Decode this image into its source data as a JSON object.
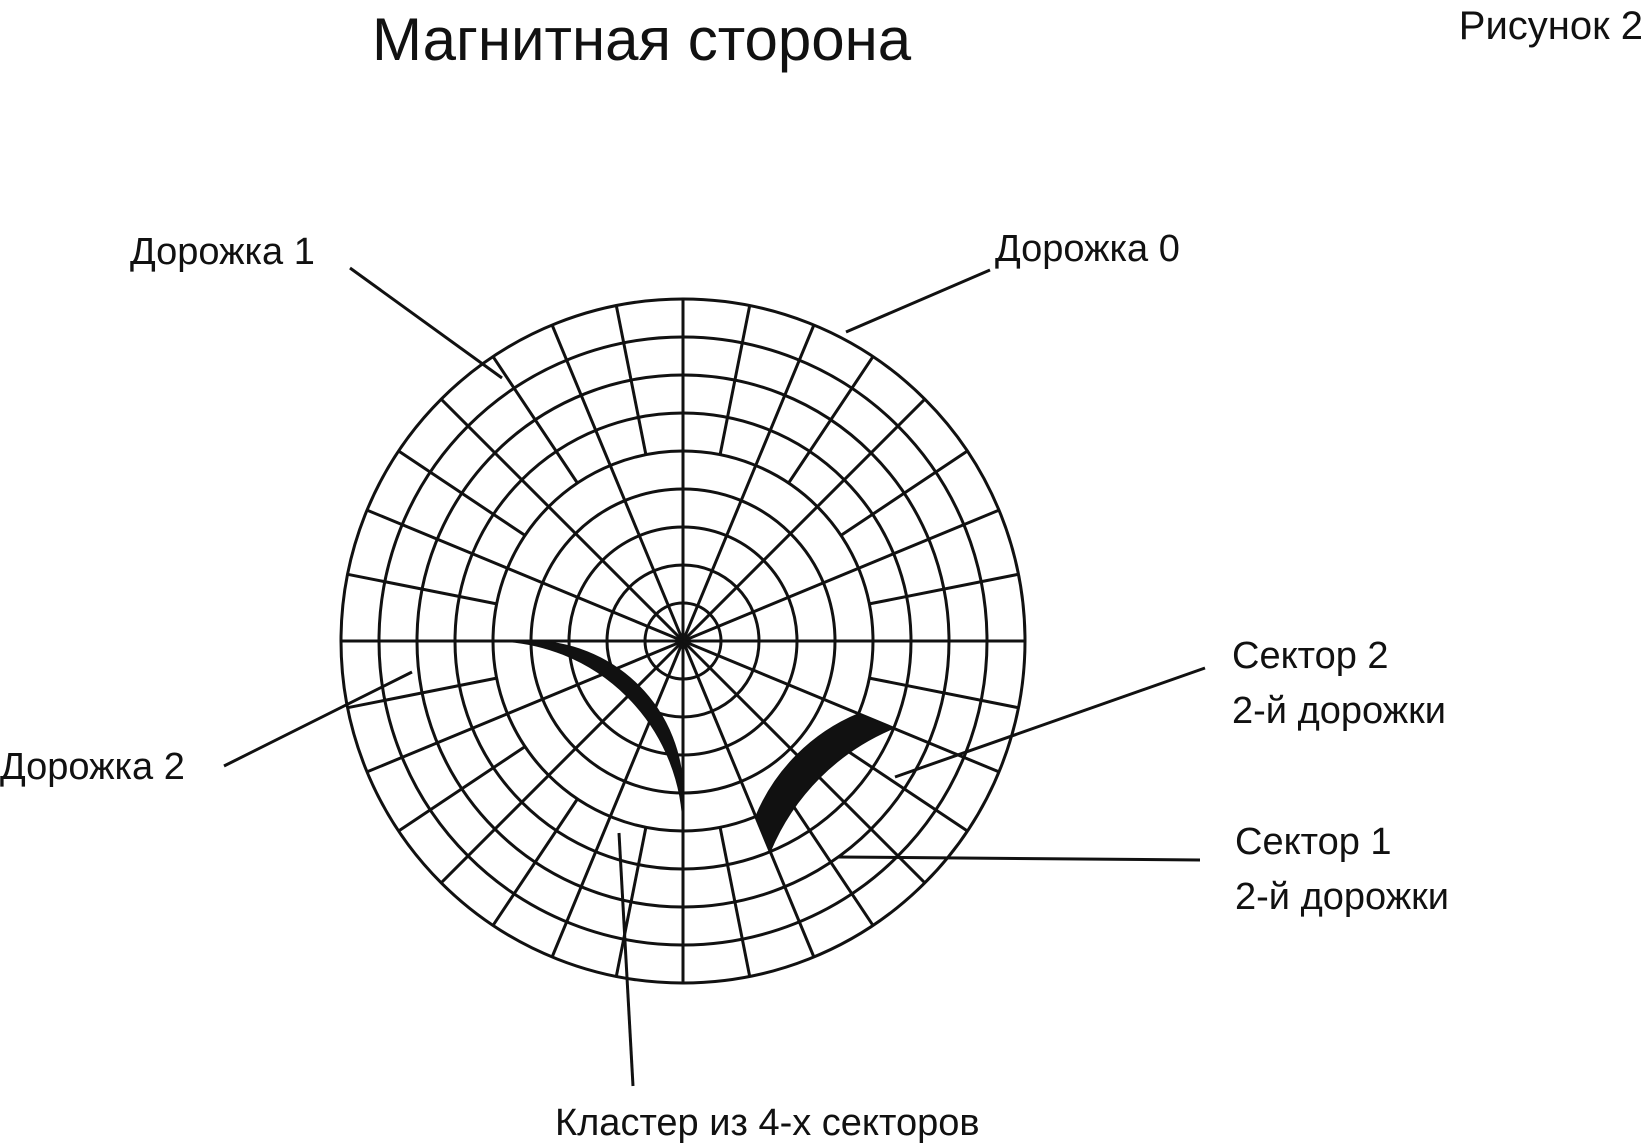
{
  "title": "Магнитная сторона",
  "figure_label": "Рисунок 2",
  "labels": {
    "track0": "Дорожка 0",
    "track1": "Дорожка 1",
    "track2": "Дорожка 2",
    "sector2": "Сектор 2\n2-й дорожки",
    "sector1": "Сектор 1\n2-й дорожки",
    "cluster": "Кластер из 4-х секторов"
  },
  "colors": {
    "ink": "#111111",
    "background": "#ffffff"
  }
}
